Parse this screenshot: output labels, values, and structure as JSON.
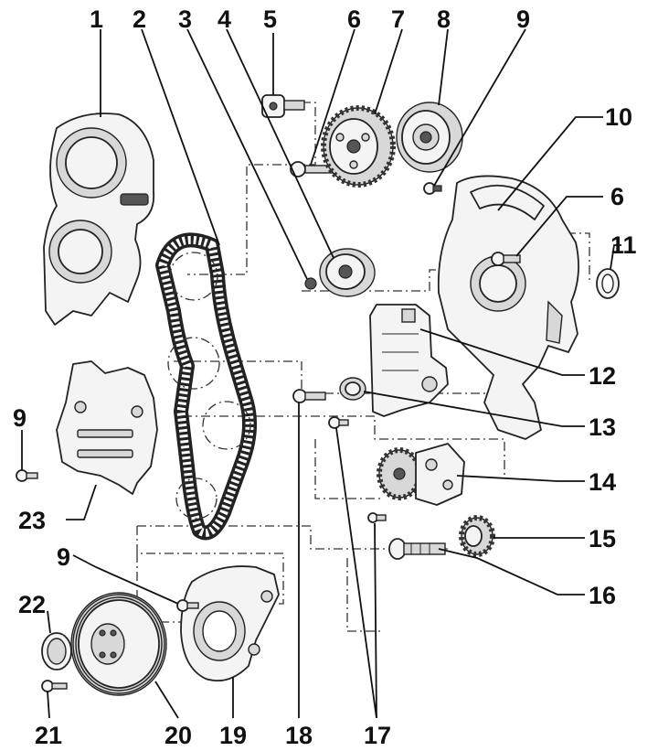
{
  "callouts": {
    "c1": "1",
    "c2": "2",
    "c3": "3",
    "c4": "4",
    "c5": "5",
    "c6a": "6",
    "c6b": "6",
    "c7": "7",
    "c8": "8",
    "c9a": "9",
    "c9b": "9",
    "c9c": "9",
    "c10": "10",
    "c11": "11",
    "c12": "12",
    "c13": "13",
    "c14": "14",
    "c15": "15",
    "c16": "16",
    "c17": "17",
    "c18": "18",
    "c19": "19",
    "c20": "20",
    "c21": "21",
    "c22": "22",
    "c23": "23"
  }
}
